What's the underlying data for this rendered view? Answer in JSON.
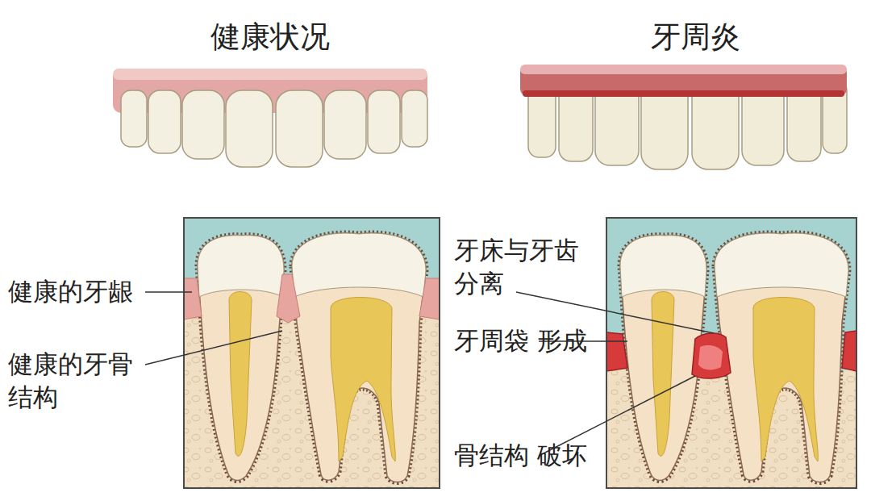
{
  "diagram": {
    "labels": [
      "健康状况",
      "牙周炎",
      "健康的牙龈",
      "健康的牙骨 结构",
      "牙床与牙齿 分离",
      "牙周袋 形成",
      "骨结构 破坏"
    ]
  }
}
